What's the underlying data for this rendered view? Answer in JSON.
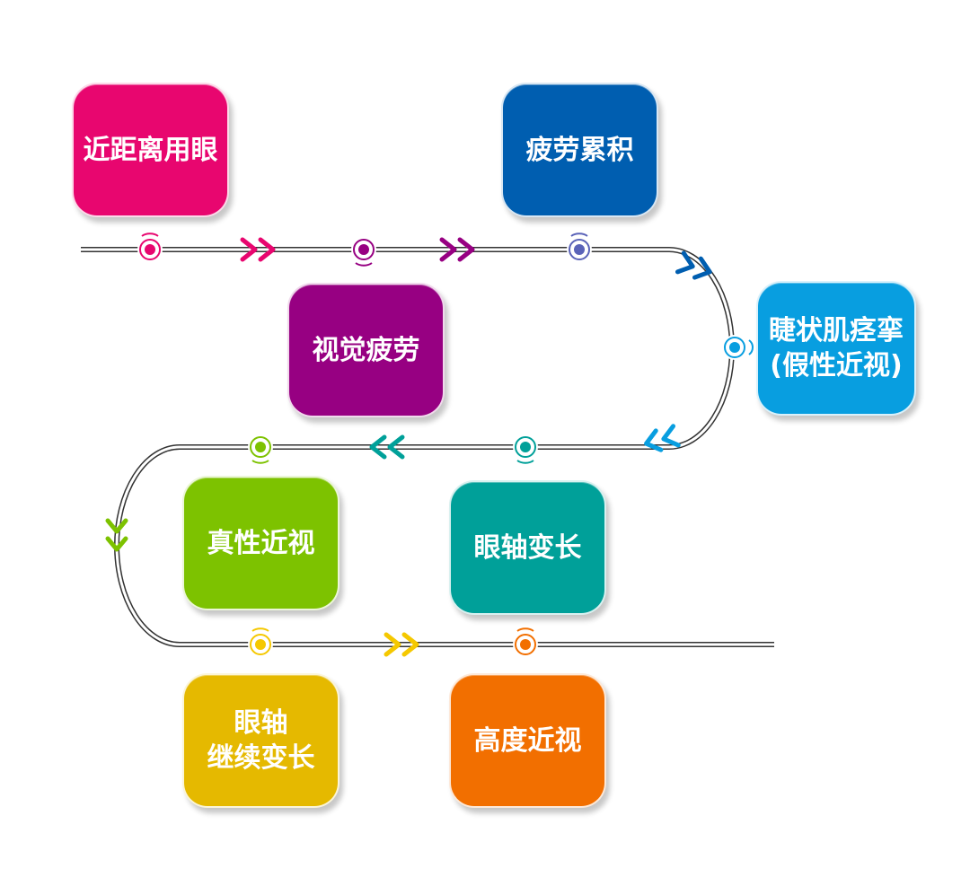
{
  "stages": [
    {
      "id": "near-work",
      "lines": [
        "近距离用眼"
      ],
      "color": "#e8066f"
    },
    {
      "id": "visual-fatigue",
      "lines": [
        "视觉疲劳"
      ],
      "color": "#970082"
    },
    {
      "id": "fatigue-accumulation",
      "lines": [
        "疲劳累积"
      ],
      "color": "#005eb0"
    },
    {
      "id": "ciliary-spasm",
      "lines": [
        "睫状肌痉挛",
        "(假性近视)"
      ],
      "color": "#089ee0"
    },
    {
      "id": "axial-elongation",
      "lines": [
        "眼轴变长"
      ],
      "color": "#00a099"
    },
    {
      "id": "true-myopia",
      "lines": [
        "真性近视"
      ],
      "color": "#7dc200"
    },
    {
      "id": "continued-elongation",
      "lines": [
        "眼轴",
        "继续变长"
      ],
      "color": "#e5b900"
    },
    {
      "id": "high-myopia",
      "lines": [
        "高度近视"
      ],
      "color": "#f26f00"
    }
  ],
  "connector_color": "#333333",
  "markers": [
    {
      "name": "near-work",
      "color": "#e8066f"
    },
    {
      "name": "visual-fatigue",
      "color": "#970082"
    },
    {
      "name": "fatigue-accumulation",
      "color": "#5a63b8"
    },
    {
      "name": "ciliary-spasm",
      "color": "#089ee0"
    },
    {
      "name": "axial-elongation",
      "color": "#00a099"
    },
    {
      "name": "true-myopia",
      "color": "#7dc200"
    },
    {
      "name": "continued-elongation",
      "color": "#f5c800"
    },
    {
      "name": "high-myopia",
      "color": "#f26f00"
    }
  ],
  "arrows": [
    {
      "name": "arrow-1",
      "direction": "right",
      "color": "#e8066f"
    },
    {
      "name": "arrow-2",
      "direction": "right",
      "color": "#970082"
    },
    {
      "name": "arrow-3",
      "direction": "right",
      "color": "#005eb0"
    },
    {
      "name": "arrow-4",
      "direction": "left",
      "color": "#089ee0"
    },
    {
      "name": "arrow-5",
      "direction": "left",
      "color": "#00a099"
    },
    {
      "name": "arrow-6",
      "direction": "down",
      "color": "#7dc200"
    },
    {
      "name": "arrow-7",
      "direction": "right",
      "color": "#f5c800"
    }
  ]
}
